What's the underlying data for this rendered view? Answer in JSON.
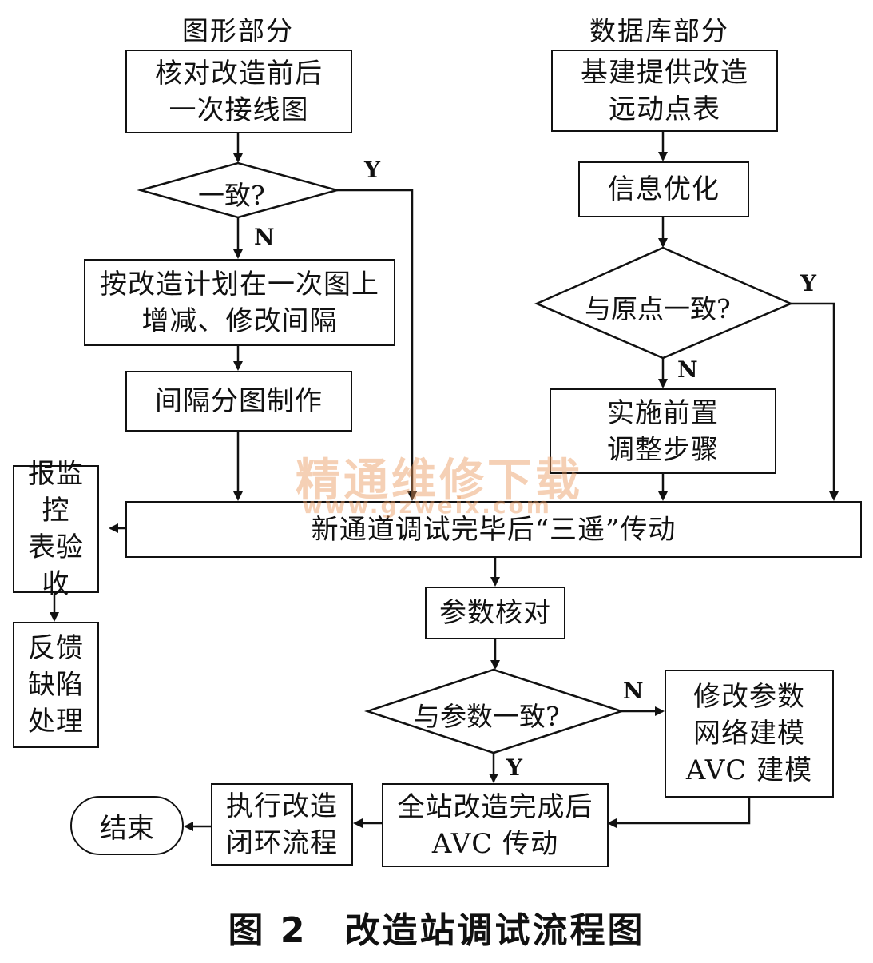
{
  "sections": {
    "graphics": "图形部分",
    "database": "数据库部分"
  },
  "boxes": {
    "verify_diagram": "核对改造前后\n一次接线图",
    "modify_plan": "按改造计划在一次图上\n增减、修改间隔",
    "bay_drawing": "间隔分图制作",
    "provide_points": "基建提供改造\n远动点表",
    "info_optimize": "信息优化",
    "pre_adjust": "实施前置\n调整步骤",
    "three_remote": "新通道调试完毕后“三遥”传动",
    "report_monitor": "报监控\n表验收",
    "feedback": "反馈\n缺陷\n处理",
    "param_check": "参数核对",
    "modify_params": "修改参数\n网络建模\nAVC 建模",
    "avc_drive": "全站改造完成后\nAVC 传动",
    "closed_loop": "执行改造\n闭环流程"
  },
  "decisions": {
    "consistent": "一致?",
    "original_consistent": "与原点一致?",
    "param_consistent": "与参数一致?"
  },
  "branch_labels": {
    "yes": "Y",
    "no": "N"
  },
  "terminal": {
    "end": "结束"
  },
  "caption": "图 2　改造站调试流程图",
  "watermark": {
    "text": "精通维修下载",
    "url": "www.gzweix.com"
  }
}
